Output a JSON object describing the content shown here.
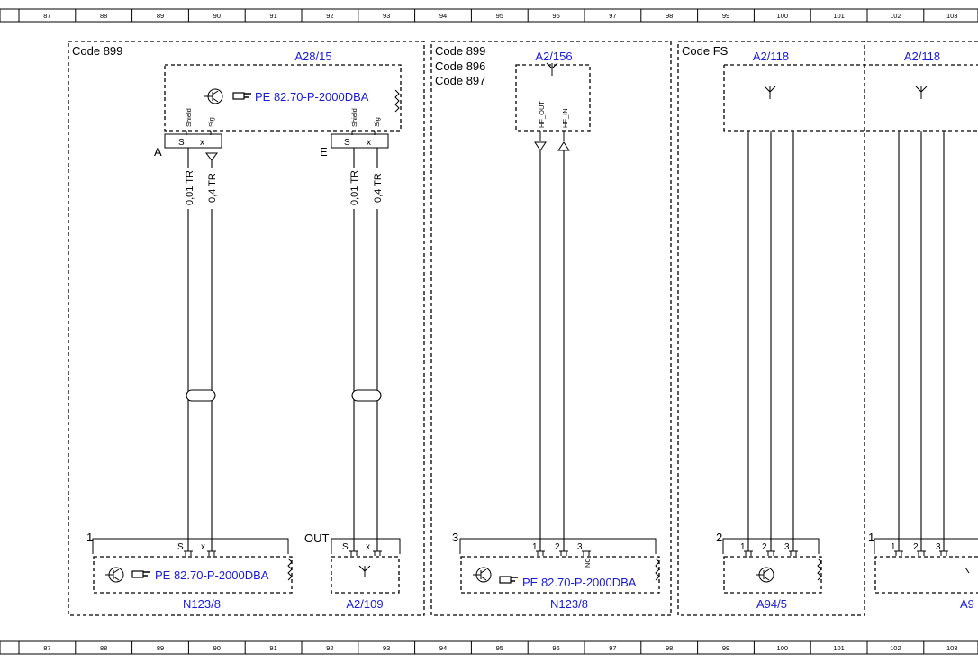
{
  "ruler": {
    "top_numbers": [
      "87",
      "88",
      "89",
      "90",
      "91",
      "92",
      "93",
      "94",
      "95",
      "96",
      "97",
      "98",
      "99",
      "100",
      "101",
      "102",
      "103"
    ],
    "bottom_numbers": [
      "87",
      "88",
      "89",
      "90",
      "91",
      "92",
      "93",
      "94",
      "95",
      "96",
      "97",
      "98",
      "99",
      "100",
      "101",
      "102",
      "103"
    ]
  },
  "groups": [
    {
      "lines": [
        "Code 899"
      ]
    },
    {
      "lines": [
        "Code 899",
        "Code 896",
        "Code 897"
      ]
    },
    {
      "lines": [
        "Code FS"
      ]
    }
  ],
  "components": {
    "a28_15": {
      "ref": "A28/15",
      "pe_link": "PE 82.70-P-2000DBA",
      "pins": [
        "Shield",
        "Sig"
      ],
      "connector_a": {
        "label": "A",
        "pins": [
          "S",
          "x"
        ]
      },
      "connector_e": {
        "label": "E",
        "pins": [
          "S",
          "x"
        ]
      }
    },
    "a2_156": {
      "ref": "A2/156",
      "pins": [
        "HF_OUT",
        "HF_IN"
      ]
    },
    "a2_118_left": {
      "ref": "A2/118"
    },
    "a2_118_right": {
      "ref": "A2/118"
    },
    "n123_8_left": {
      "ref": "N123/8",
      "pe_link": "PE 82.70-P-2000DBA",
      "connector": {
        "label": "1",
        "pins": [
          "S",
          "x"
        ]
      }
    },
    "a2_109": {
      "ref": "A2/109",
      "connector": {
        "label": "OUT",
        "pins": [
          "S",
          "x"
        ]
      }
    },
    "n123_8_mid": {
      "ref": "N123/8",
      "pe_link": "PE 82.70-P-2000DBA",
      "connector": {
        "label": "3",
        "pins": [
          "1",
          "2",
          "3"
        ],
        "nc_label": "NC"
      }
    },
    "a94_5": {
      "ref": "A94/5",
      "connector": {
        "label": "2",
        "pins": [
          "1",
          "2",
          "3"
        ]
      }
    },
    "right_cut": {
      "ref": "A9",
      "connector": {
        "label": "1",
        "pins": [
          "1",
          "2",
          "3"
        ]
      }
    }
  },
  "wires": [
    {
      "label": "0,01 TR"
    },
    {
      "label": "0,4 TR"
    },
    {
      "label": "0,01 TR"
    },
    {
      "label": "0,4 TR"
    }
  ]
}
